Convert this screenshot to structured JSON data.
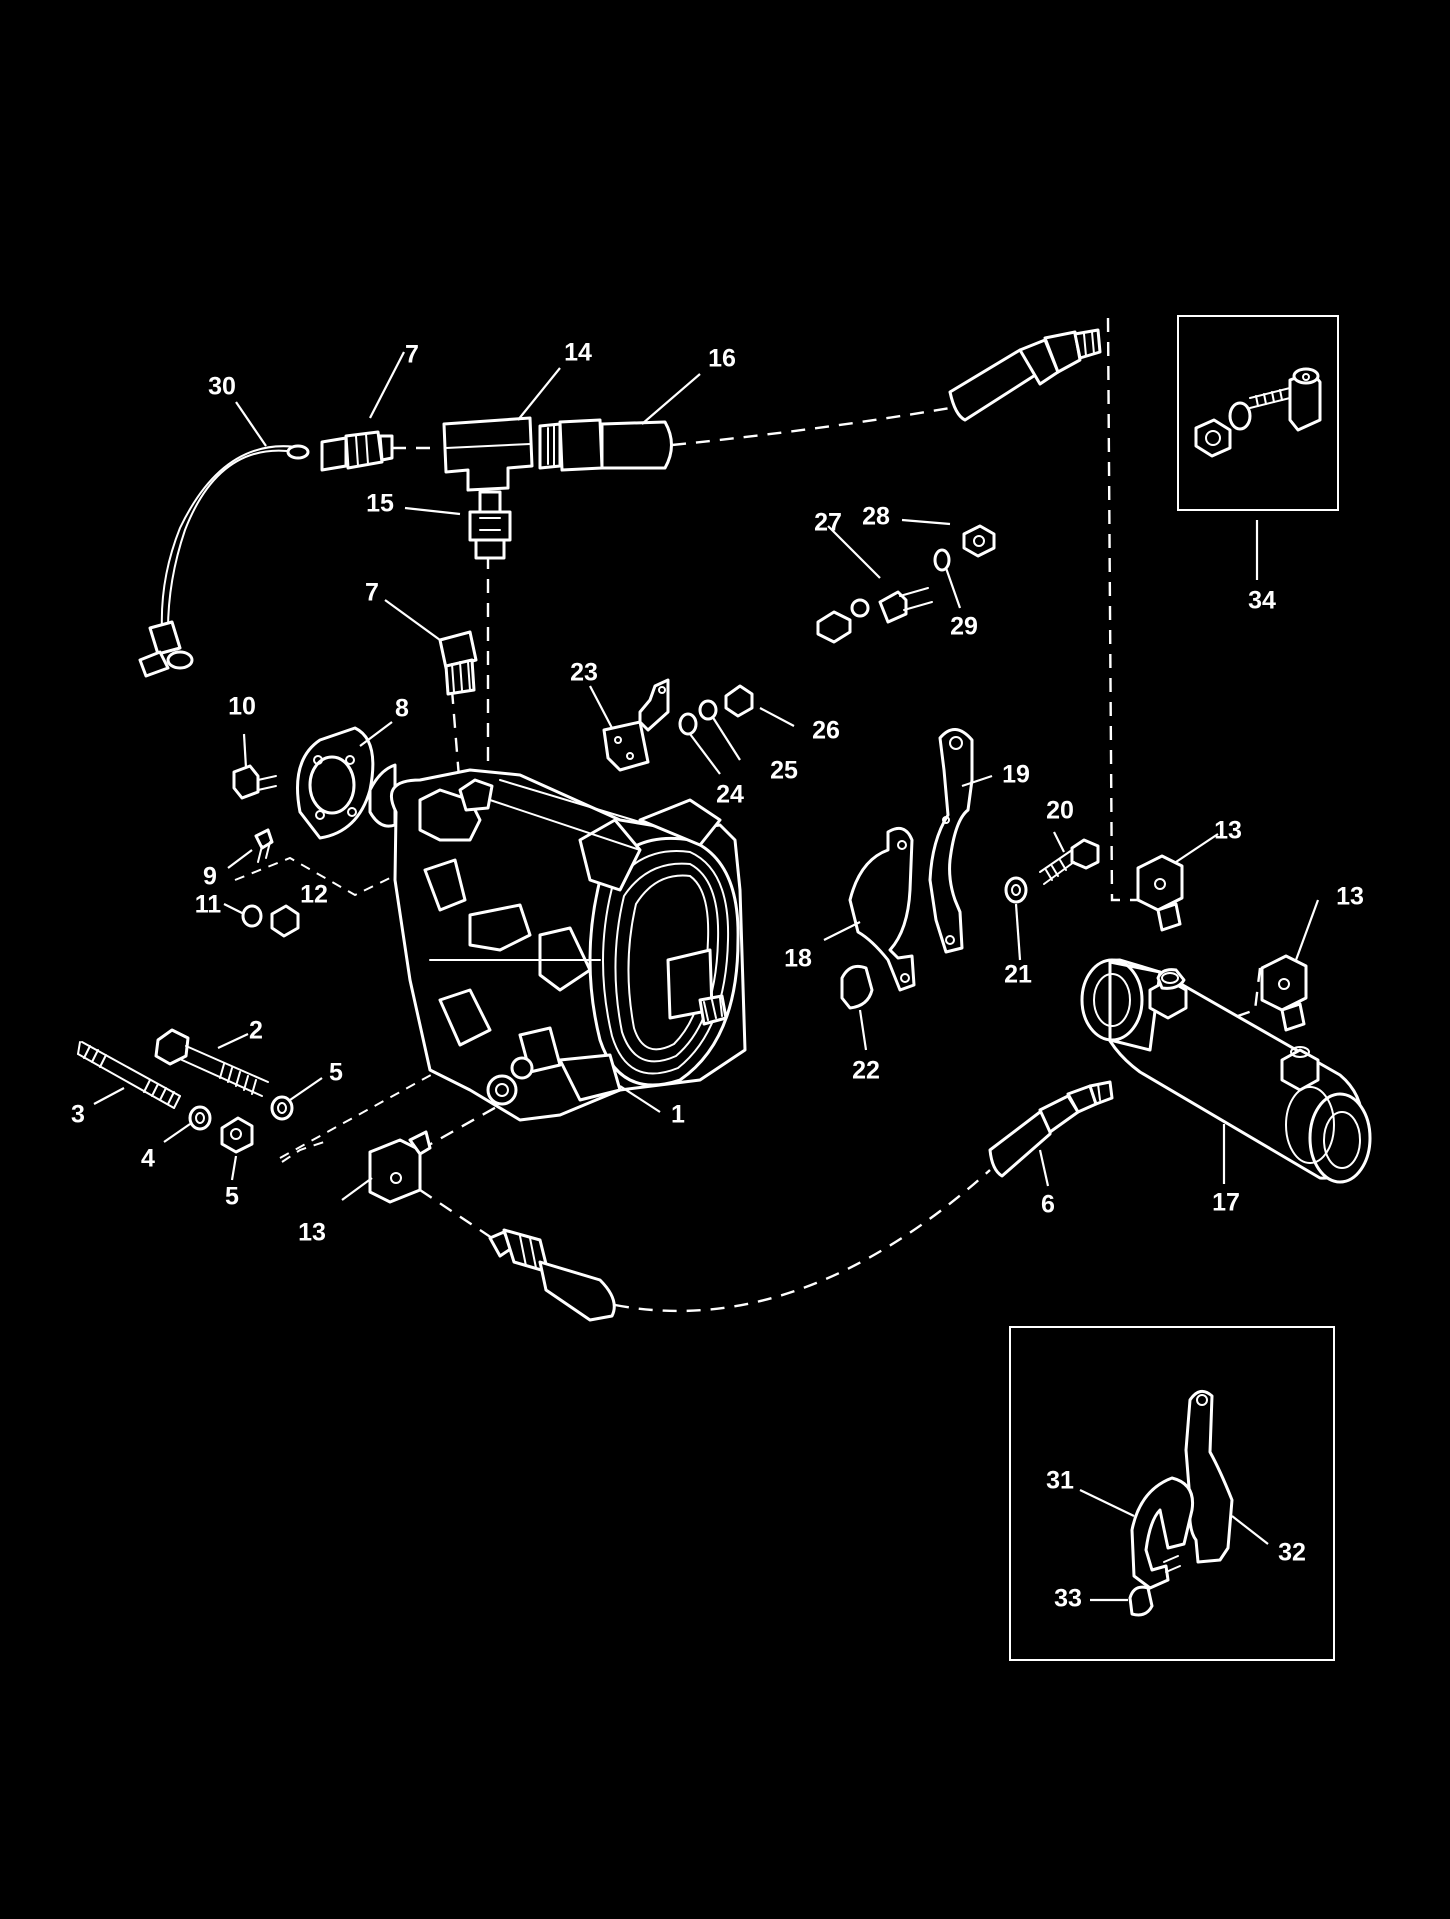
{
  "callouts": [
    {
      "id": "30",
      "text": "30"
    },
    {
      "id": "7a",
      "text": "7"
    },
    {
      "id": "14",
      "text": "14"
    },
    {
      "id": "16",
      "text": "16"
    },
    {
      "id": "15",
      "text": "15"
    },
    {
      "id": "7b",
      "text": "7"
    },
    {
      "id": "27",
      "text": "27"
    },
    {
      "id": "28",
      "text": "28"
    },
    {
      "id": "29",
      "text": "29"
    },
    {
      "id": "34",
      "text": "34"
    },
    {
      "id": "23",
      "text": "23"
    },
    {
      "id": "26",
      "text": "26"
    },
    {
      "id": "25",
      "text": "25"
    },
    {
      "id": "24",
      "text": "24"
    },
    {
      "id": "10",
      "text": "10"
    },
    {
      "id": "8",
      "text": "8"
    },
    {
      "id": "9",
      "text": "9"
    },
    {
      "id": "12",
      "text": "12"
    },
    {
      "id": "11",
      "text": "11"
    },
    {
      "id": "19",
      "text": "19"
    },
    {
      "id": "20",
      "text": "20"
    },
    {
      "id": "13a",
      "text": "13"
    },
    {
      "id": "13b",
      "text": "13"
    },
    {
      "id": "18",
      "text": "18"
    },
    {
      "id": "21",
      "text": "21"
    },
    {
      "id": "22",
      "text": "22"
    },
    {
      "id": "2",
      "text": "2"
    },
    {
      "id": "3",
      "text": "3"
    },
    {
      "id": "5a",
      "text": "5"
    },
    {
      "id": "4",
      "text": "4"
    },
    {
      "id": "5b",
      "text": "5"
    },
    {
      "id": "1",
      "text": "1"
    },
    {
      "id": "13c",
      "text": "13"
    },
    {
      "id": "6",
      "text": "6"
    },
    {
      "id": "17",
      "text": "17"
    },
    {
      "id": "31",
      "text": "31"
    },
    {
      "id": "32",
      "text": "32"
    },
    {
      "id": "33",
      "text": "33"
    }
  ],
  "colors": {
    "background": "#000000",
    "line": "#ffffff"
  }
}
